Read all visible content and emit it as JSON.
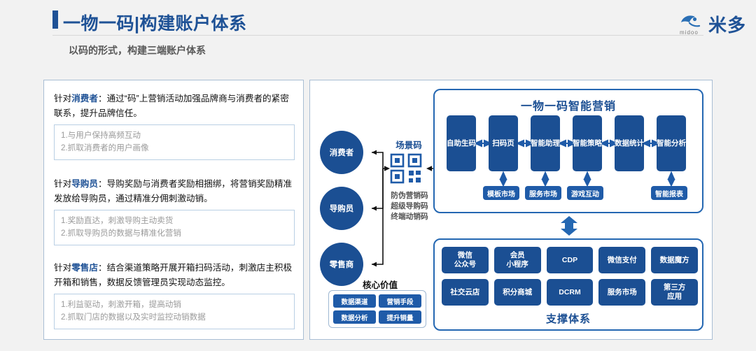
{
  "header": {
    "title": "一物一码|构建账户体系",
    "subtitle": "以码的形式，构建三端账户体系",
    "logo_mark": "midoo-bird-icon",
    "logo_sub": "midoo",
    "logo_text": "米多",
    "accent_color": "#1f5296"
  },
  "left_panel": {
    "segments": [
      {
        "prefix": "针对",
        "keyword": "消费者",
        "body": "：通过“码”上营销活动加强品牌商与消费者的紧密联系，提升品牌信任。",
        "notes": [
          "1.与用户保持高频互动",
          "2.抓取消费者的用户画像"
        ]
      },
      {
        "prefix": "针对",
        "keyword": "导购员",
        "body": "：导购奖励与消费者奖励相捆绑，将营销奖励精准发放给导购员，通过精准分佣刺激动销。",
        "notes": [
          "1.奖励直达，刺激导购主动卖货",
          "2.抓取导购员的数据与精准化营销"
        ]
      },
      {
        "prefix": "针对",
        "keyword": "零售店",
        "body": "：结合渠道策略开展开箱扫码活动，刺激店主积极开箱和销售，数据反馈管理员实现动态监控。",
        "notes": [
          "1.利益驱动，刺激开箱，提高动销",
          "2.抓取门店的数据以及实时监控动销数据"
        ]
      }
    ]
  },
  "diagram": {
    "roles": [
      "消费者",
      "导购员",
      "零售商"
    ],
    "scene_code_label": "场景码",
    "qr_icon": "qr-code-icon",
    "code_types": [
      "防伪营销码",
      "超级导购码",
      "终端动销码"
    ],
    "core_value_label": "核心价值",
    "core_value_tags": [
      "数据渠道",
      "营销手段",
      "数据分析",
      "提升销量"
    ],
    "marketing": {
      "title": "一物一码智能营销",
      "steps": [
        "自助生码",
        "扫码页",
        "智能助理",
        "智能策略",
        "数据统计",
        "智能分析"
      ],
      "sub_modules": [
        "模板市场",
        "服务市场",
        "游戏互动",
        "智能报表"
      ]
    },
    "connector_icon": "double-arrow-vertical-icon",
    "support": {
      "title": "支撑体系",
      "items": [
        "微信\n公众号",
        "会员\n小程序",
        "CDP",
        "微信支付",
        "数据魔方",
        "社交云店",
        "积分商城",
        "DCRM",
        "服务市场",
        "第三方\n应用"
      ]
    },
    "colors": {
      "deep_blue": "#1b4f93",
      "mid_blue": "#1f5ba8",
      "border_blue": "#2467b2"
    }
  }
}
